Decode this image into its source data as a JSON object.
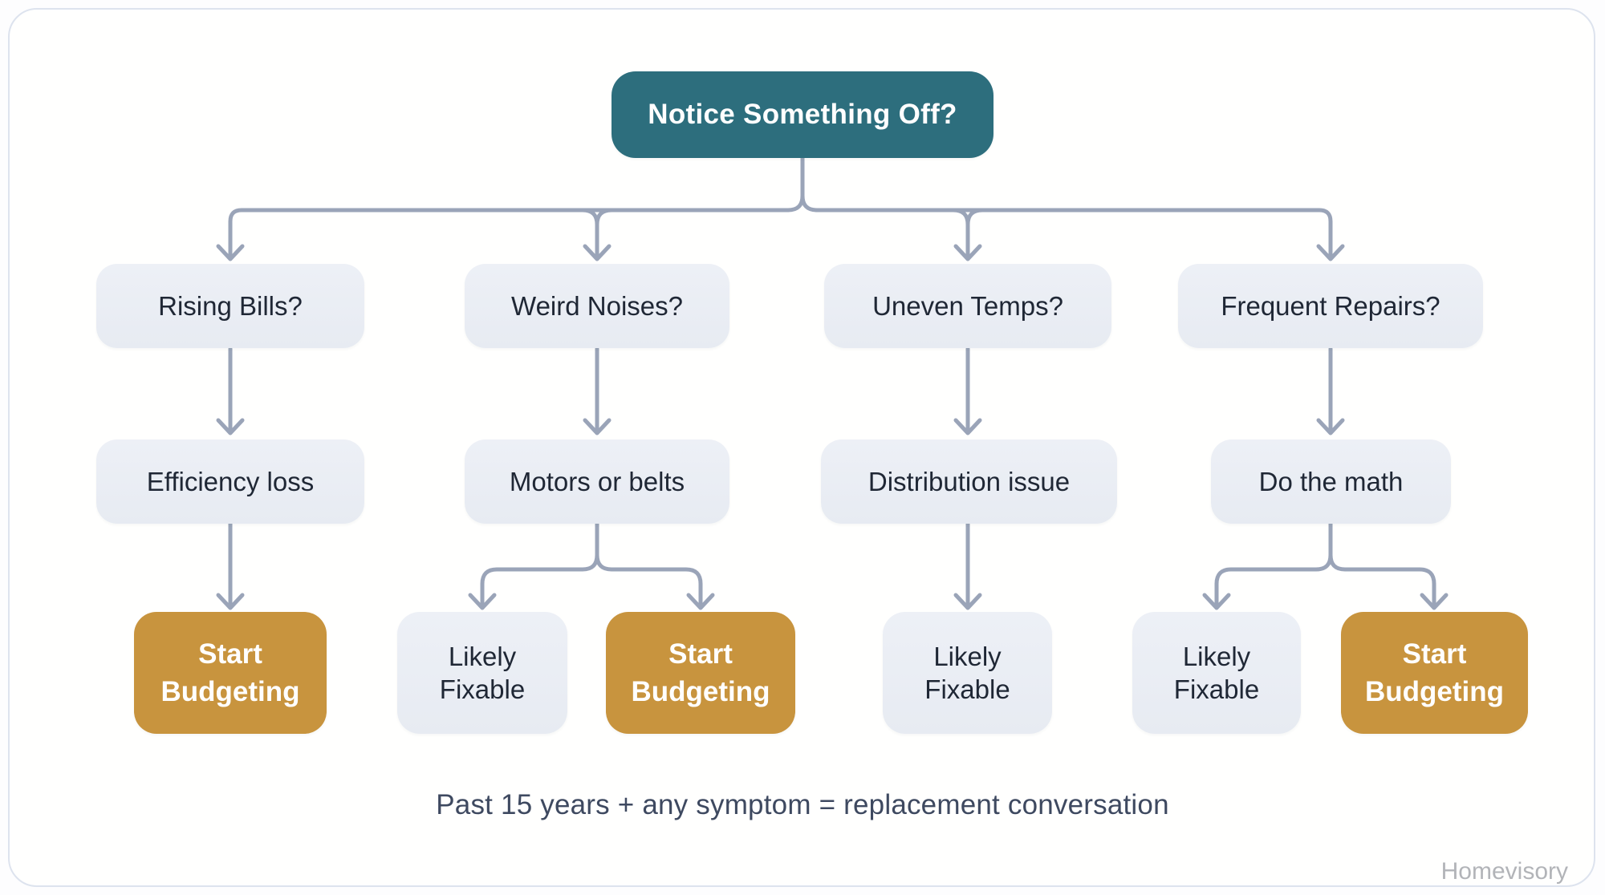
{
  "flowchart": {
    "root": {
      "label": "Notice Something Off?"
    },
    "branches": [
      {
        "symptom": "Rising Bills?",
        "diagnosis": "Efficiency loss",
        "outcomes": [
          {
            "label": "Start Budgeting",
            "variant": "accent"
          }
        ]
      },
      {
        "symptom": "Weird Noises?",
        "diagnosis": "Motors or belts",
        "outcomes": [
          {
            "label": "Likely Fixable",
            "variant": "light"
          },
          {
            "label": "Start Budgeting",
            "variant": "accent"
          }
        ]
      },
      {
        "symptom": "Uneven Temps?",
        "diagnosis": "Distribution issue",
        "outcomes": [
          {
            "label": "Likely Fixable",
            "variant": "light"
          }
        ]
      },
      {
        "symptom": "Frequent Repairs?",
        "diagnosis": "Do the math",
        "outcomes": [
          {
            "label": "Likely Fixable",
            "variant": "light"
          },
          {
            "label": "Start Budgeting",
            "variant": "accent"
          }
        ]
      }
    ],
    "caption": "Past 15 years + any symptom = replacement conversation",
    "watermark": "Homevisory"
  },
  "colors": {
    "root_teal": "#2d6e7d",
    "outcome_gold": "#c8943e",
    "node_light": "#e9edf4",
    "connector_gray": "#9aa4b8",
    "text_dark": "#1f2735",
    "caption_slate": "#3e4960",
    "card_border": "#dde3ee"
  }
}
